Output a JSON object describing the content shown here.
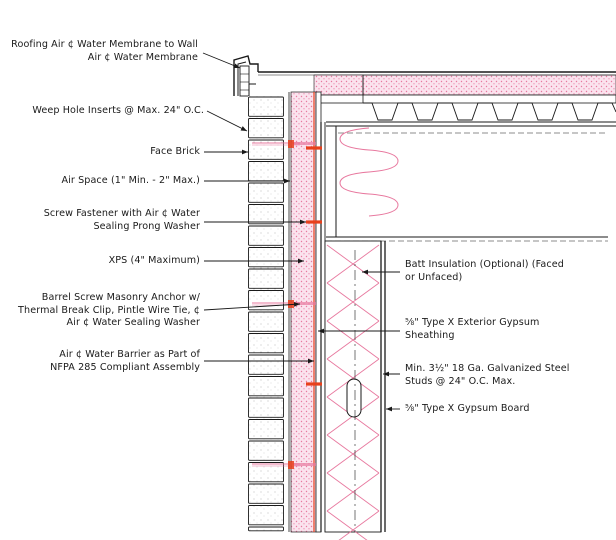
{
  "labels_left": [
    {
      "id": "roofing-membrane",
      "lines": [
        "Roofing Air ¢ Water Membrane to Wall",
        "Air ¢ Water Membrane"
      ]
    },
    {
      "id": "weep-hole",
      "lines": [
        "Weep Hole Inserts @ Max. 24\" O.C."
      ]
    },
    {
      "id": "face-brick",
      "lines": [
        "Face Brick"
      ]
    },
    {
      "id": "air-space",
      "lines": [
        "Air Space (1\" Min. - 2\" Max.)"
      ]
    },
    {
      "id": "screw-fastener",
      "lines": [
        "Screw Fastener with Air ¢ Water",
        "Sealing Prong Washer"
      ]
    },
    {
      "id": "xps",
      "lines": [
        "XPS (4\" Maximum)"
      ]
    },
    {
      "id": "barrel-anchor",
      "lines": [
        "Barrel Screw Masonry Anchor w/",
        "Thermal Break Clip, Pintle Wire Tie, ¢",
        "Air ¢ Water Sealing Washer"
      ]
    },
    {
      "id": "air-barrier",
      "lines": [
        "Air ¢ Water Barrier as Part of",
        "NFPA 285 Compliant Assembly"
      ]
    }
  ],
  "labels_right": [
    {
      "id": "batt-insulation",
      "lines": [
        "Batt Insulation (Optional) (Faced",
        "or Unfaced)"
      ]
    },
    {
      "id": "exterior-gypsum",
      "lines": [
        "⅝\" Type X Exterior Gypsum",
        "Sheathing"
      ]
    },
    {
      "id": "steel-studs",
      "lines": [
        "Min. 3½\" 18 Ga. Galvanized Steel",
        "Studs @ 24\" O.C. Max."
      ]
    },
    {
      "id": "gypsum-board",
      "lines": [
        "⅝\" Type X Gypsum Board"
      ]
    }
  ],
  "colors": {
    "line": "#1a1a1a",
    "insulation_pink": "#f7c6da",
    "insulation_line": "#e8799f",
    "fastener_red": "#e8401c",
    "brick_fill": "#ffffff"
  }
}
